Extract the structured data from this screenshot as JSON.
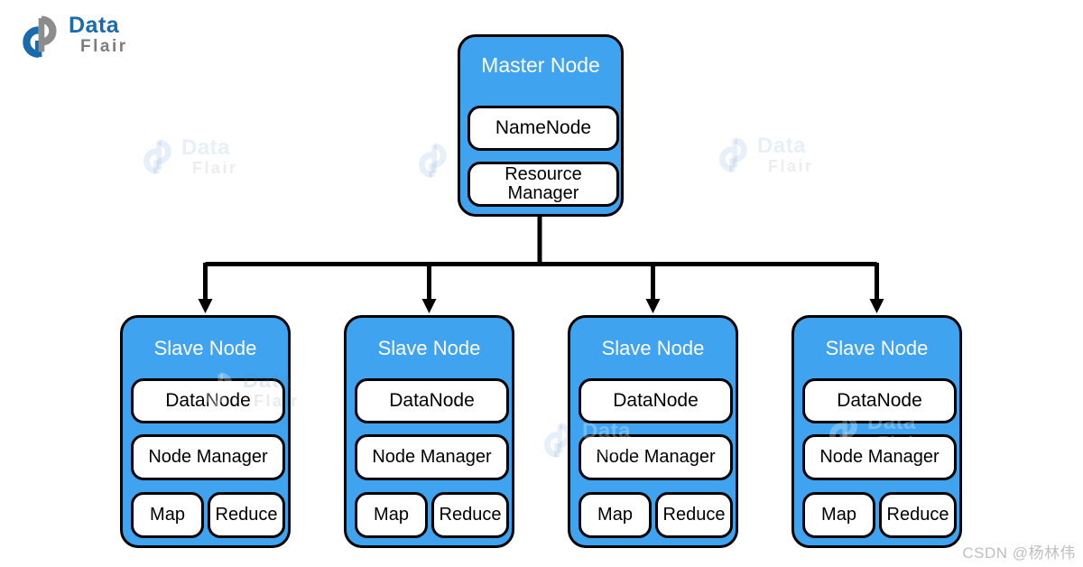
{
  "brand": {
    "logo_data": "Data",
    "logo_flair": "Flair"
  },
  "watermark": {
    "data": "Data",
    "flair": "Flair"
  },
  "colors": {
    "node_fill": "#3FA3F0",
    "node_border": "#000000",
    "inner_box_fill": "#FFFFFF",
    "title_text": "#FFFFFF",
    "logo_blue": "#1A6BAD",
    "logo_gray": "#7D7D7D",
    "connector_black": "#000000",
    "credit_gray": "#BFBFBF"
  },
  "master": {
    "title": "Master Node",
    "components": [
      "NameNode",
      "Resource Manager"
    ]
  },
  "slaves": [
    {
      "title": "Slave Node",
      "components": [
        "DataNode",
        "Node Manager"
      ],
      "tasks": [
        "Map",
        "Reduce"
      ]
    },
    {
      "title": "Slave Node",
      "components": [
        "DataNode",
        "Node Manager"
      ],
      "tasks": [
        "Map",
        "Reduce"
      ]
    },
    {
      "title": "Slave Node",
      "components": [
        "DataNode",
        "Node Manager"
      ],
      "tasks": [
        "Map",
        "Reduce"
      ]
    },
    {
      "title": "Slave Node",
      "components": [
        "DataNode",
        "Node Manager"
      ],
      "tasks": [
        "Map",
        "Reduce"
      ]
    }
  ],
  "credit": {
    "text": "CSDN @杨林伟"
  }
}
